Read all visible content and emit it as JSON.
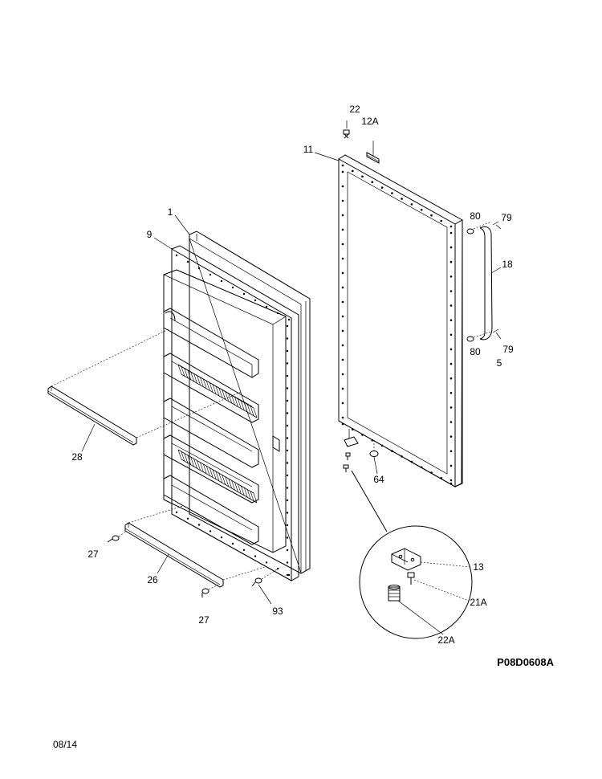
{
  "callouts": {
    "p22_top": "22",
    "p12a": "12A",
    "p11": "11",
    "p80_top": "80",
    "p79_top": "79",
    "p18": "18",
    "p80_bottom": "80",
    "p79_bottom": "79",
    "p5": "5",
    "p64": "64",
    "p1": "1",
    "p9": "9",
    "p28": "28",
    "p27_left": "27",
    "p26": "26",
    "p27_bottom": "27",
    "p93": "93",
    "p13": "13",
    "p21a": "21A",
    "p22a": "22A"
  },
  "drawing_id": "P08D0608A",
  "date_code": "08/14"
}
